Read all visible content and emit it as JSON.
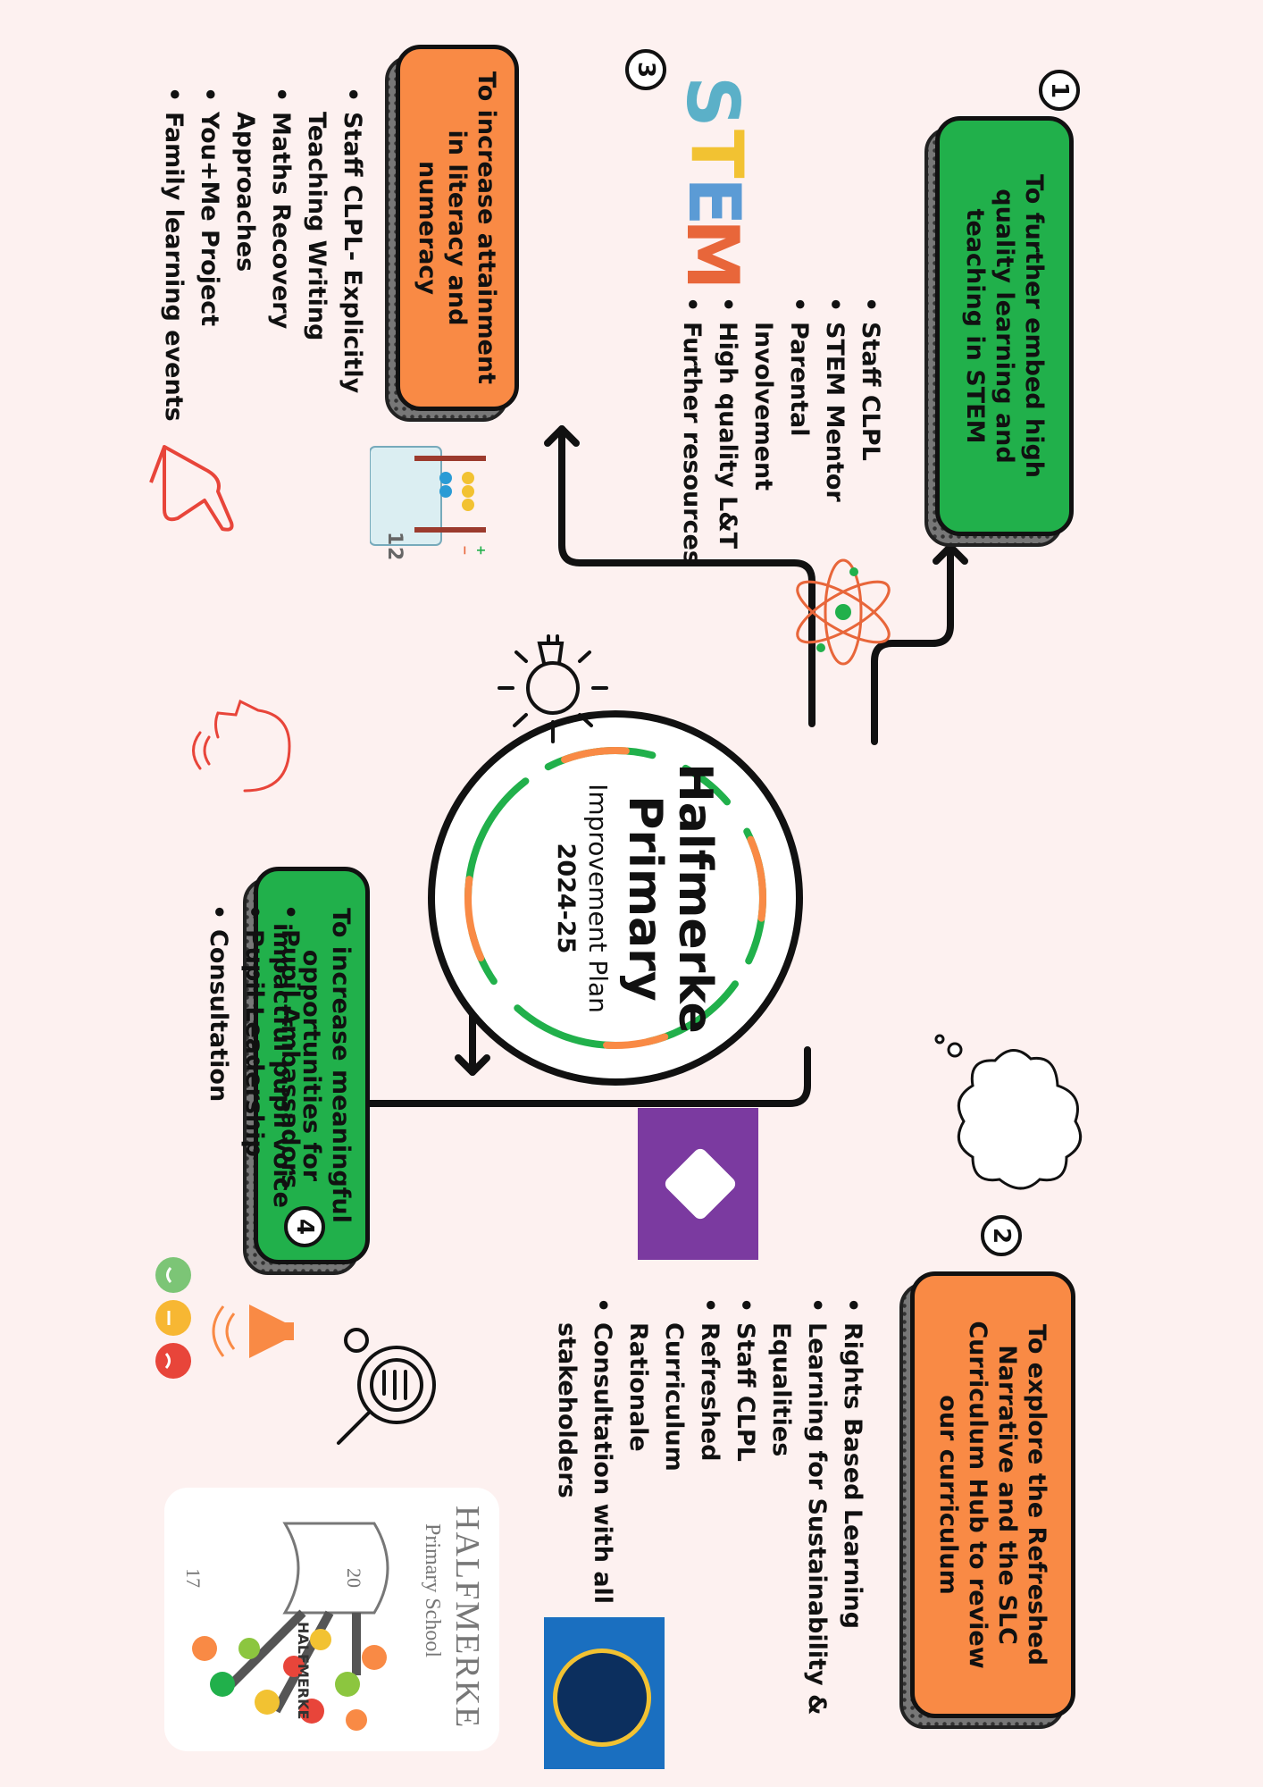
{
  "hub": {
    "title": "Halfmerke Primary",
    "subtitle": "Improvement Plan",
    "year": "2024-25"
  },
  "colors": {
    "green": "#21b04b",
    "orange": "#f98a45",
    "background": "#fdf1f0"
  },
  "goals": [
    {
      "number": "1",
      "text": "To further embed high quality learning and teaching in STEM",
      "color": "green",
      "bullets": [
        "Staff CLPL",
        "STEM Mentor",
        "Parental Involvement",
        "High quality L&T",
        "Further resources"
      ]
    },
    {
      "number": "2",
      "text": "To explore the Refreshed Narrative and the SLC Curriculum Hub to review our curriculum",
      "color": "orange",
      "bullets": [
        "Rights Based Learning",
        "Learning for Sustainability & Equalities",
        "Staff CLPL",
        "Refreshed Curriculum Rationale",
        "Consultation with all stakeholders"
      ]
    },
    {
      "number": "3",
      "text": "To increase attainment in literacy and numeracy",
      "color": "orange",
      "bullets": [
        "Staff CLPL- Explicitly Teaching Writing",
        "Maths Recovery Approaches",
        "You+Me Project",
        "Family learning events"
      ]
    },
    {
      "number": "4",
      "text": "To increase meaningful opportunities for impactful pupil voice",
      "color": "green",
      "bullets": [
        "Pupil Ambassadors",
        "Pupil Leadership",
        "Consultation"
      ]
    }
  ],
  "decor": {
    "stem_letters": [
      "S",
      "T",
      "E",
      "M"
    ],
    "logo": {
      "name": "HALFMERKE",
      "sub": "Primary School",
      "year_left": "20",
      "year_right": "17",
      "tree_letters": [
        "H",
        "A",
        "L",
        "F",
        "M",
        "E",
        "R",
        "K",
        "E"
      ]
    },
    "maths_icon_digits": [
      "1",
      "2"
    ],
    "icons": [
      "atom-icon",
      "lightbulb-icon",
      "thought-cloud-icon",
      "speaking-head-icon",
      "lamp-icon",
      "feedback-faces-icon",
      "magnifier-icon",
      "cheering-hand-icon",
      "abacus-icon"
    ]
  }
}
